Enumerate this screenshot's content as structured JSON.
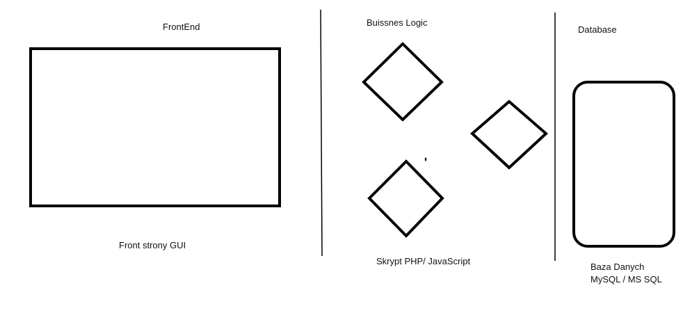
{
  "sections": {
    "frontend": {
      "title": "FrontEnd",
      "caption": "Front strony GUI"
    },
    "business": {
      "title": "Buissnes Logic",
      "caption": "Skrypt PHP/ JavaScript"
    },
    "database": {
      "title": "Database",
      "caption_line1": "Baza Danych",
      "caption_line2": "MySQL / MS SQL"
    }
  },
  "colors": {
    "stroke": "#000000",
    "background": "#ffffff",
    "text": "#111111"
  }
}
